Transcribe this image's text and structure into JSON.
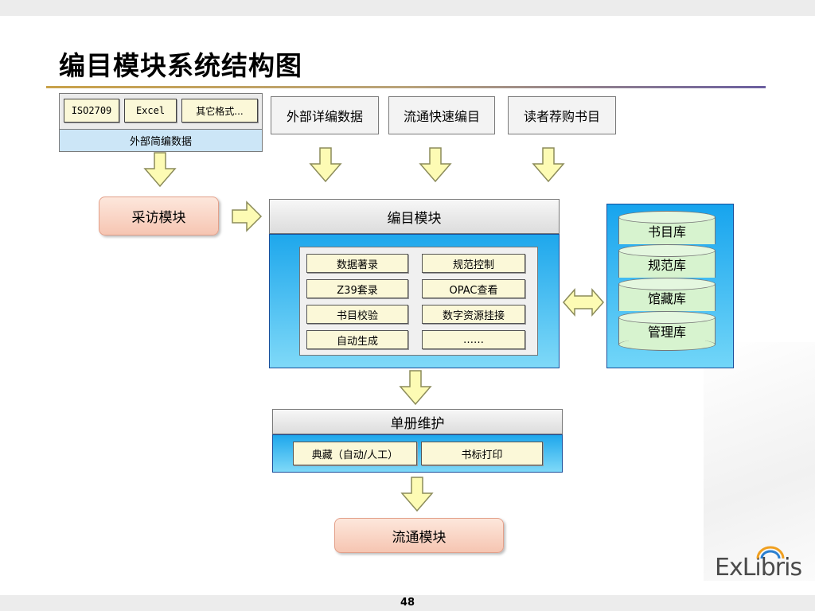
{
  "title": "编目模块系统结构图",
  "sources": {
    "formats": [
      "ISO2709",
      "Excel",
      "其它格式..."
    ],
    "caption": "外部简编数据",
    "external_detail": "外部详编数据",
    "circulation_fast": "流通快速编目",
    "reader_recommend": "读者荐购书目"
  },
  "acquisition": "采访模块",
  "cataloging": {
    "title": "编目模块",
    "functions": [
      "数据著录",
      "规范控制",
      "Z39套录",
      "OPAC查看",
      "书目校验",
      "数字资源挂接",
      "自动生成",
      "……"
    ]
  },
  "databases": [
    "书目库",
    "规范库",
    "馆藏库",
    "管理库"
  ],
  "item_maintenance": {
    "title": "单册维护",
    "functions": [
      "典藏（自动/人工）",
      "书标打印"
    ]
  },
  "circulation": "流通模块",
  "page_number": "48",
  "logo": "ExLibris",
  "colors": {
    "arrow_fill": "#fdfbb4",
    "arrow_stroke": "#8b8b5a",
    "panel_blue": "#1ea7ec",
    "cell_fill": "#fbf8d8",
    "pill_fill": "#f6c5b2"
  }
}
